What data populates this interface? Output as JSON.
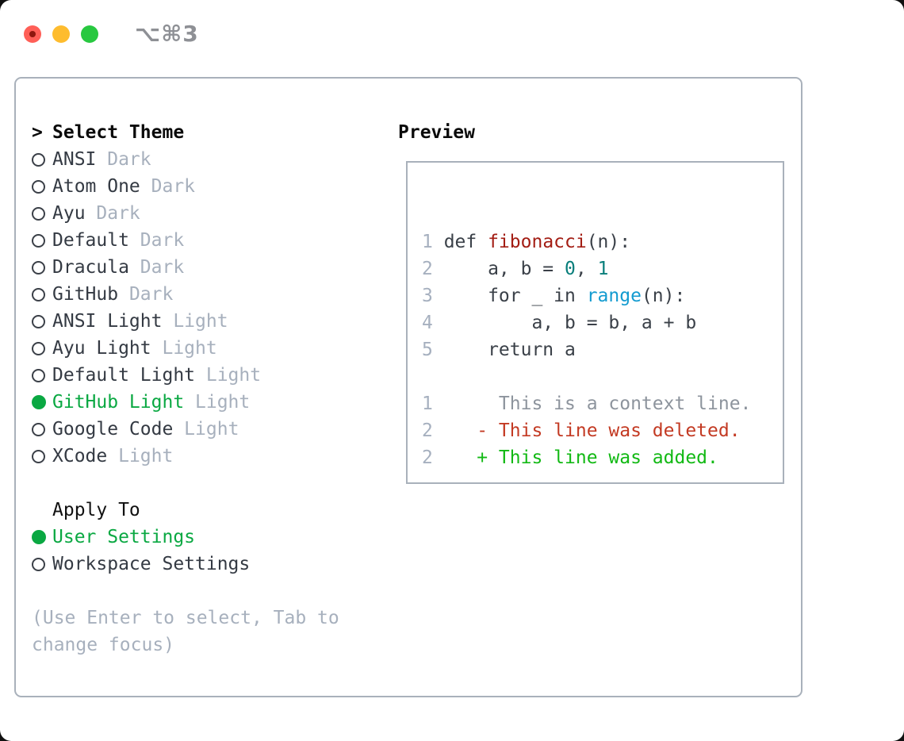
{
  "window": {
    "title": "⌥⌘3",
    "traffic_lights": [
      {
        "name": "close",
        "color": "#ff5f57"
      },
      {
        "name": "minimize",
        "color": "#febc2e"
      },
      {
        "name": "zoom",
        "color": "#28c840"
      }
    ]
  },
  "theme_panel": {
    "header_pointer": ">",
    "header_label": "Select Theme",
    "themes": [
      {
        "name": "ANSI",
        "tag": "Dark",
        "selected": false
      },
      {
        "name": "Atom One",
        "tag": "Dark",
        "selected": false
      },
      {
        "name": "Ayu",
        "tag": "Dark",
        "selected": false
      },
      {
        "name": "Default",
        "tag": "Dark",
        "selected": false
      },
      {
        "name": "Dracula",
        "tag": "Dark",
        "selected": false
      },
      {
        "name": "GitHub",
        "tag": "Dark",
        "selected": false
      },
      {
        "name": "ANSI Light",
        "tag": "Light",
        "selected": false
      },
      {
        "name": "Ayu Light",
        "tag": "Light",
        "selected": false
      },
      {
        "name": "Default Light",
        "tag": "Light",
        "selected": false
      },
      {
        "name": "GitHub Light",
        "tag": "Light",
        "selected": true
      },
      {
        "name": "Google Code",
        "tag": "Light",
        "selected": false
      },
      {
        "name": "XCode",
        "tag": "Light",
        "selected": false
      }
    ],
    "apply_to_label": "Apply To",
    "apply_options": [
      {
        "name": "User Settings",
        "selected": true
      },
      {
        "name": "Workspace Settings",
        "selected": false
      }
    ],
    "hint": "(Use Enter to select, Tab to change focus)"
  },
  "preview": {
    "label": "Preview",
    "code_lines": [
      {
        "num": "1",
        "segments": [
          {
            "text": "def ",
            "style": "base"
          },
          {
            "text": "fibonacci",
            "style": "title"
          },
          {
            "text": "(n):",
            "style": "base"
          }
        ]
      },
      {
        "num": "2",
        "segments": [
          {
            "text": "    a, b = ",
            "style": "base"
          },
          {
            "text": "0",
            "style": "number"
          },
          {
            "text": ", ",
            "style": "base"
          },
          {
            "text": "1",
            "style": "number"
          }
        ]
      },
      {
        "num": "3",
        "segments": [
          {
            "text": "    for _ in ",
            "style": "base"
          },
          {
            "text": "range",
            "style": "builtin"
          },
          {
            "text": "(n):",
            "style": "base"
          }
        ]
      },
      {
        "num": "4",
        "segments": [
          {
            "text": "        a, b = b, a + b",
            "style": "base"
          }
        ]
      },
      {
        "num": "5",
        "segments": [
          {
            "text": "    return a",
            "style": "base"
          }
        ]
      }
    ],
    "diff_lines": [
      {
        "num": "1",
        "text": "     This is a context line.",
        "kind": "context"
      },
      {
        "num": "2",
        "text": "   - This line was deleted.",
        "kind": "deleted"
      },
      {
        "num": "2",
        "text": "   + This line was added.",
        "kind": "added"
      }
    ]
  },
  "colors": {
    "accent_green": "#0aa842",
    "diff_added": "#12b914",
    "diff_deleted": "#c33a23",
    "diff_context": "#8d949d",
    "code_base": "#3a4048",
    "code_function": "#a31d14",
    "code_number": "#087e7b",
    "code_builtin": "#139bd0",
    "line_number": "#a6b0bf",
    "muted_text": "#a7b0bd",
    "border": "#a9b1bb",
    "titlebar_text": "#8e9095"
  }
}
